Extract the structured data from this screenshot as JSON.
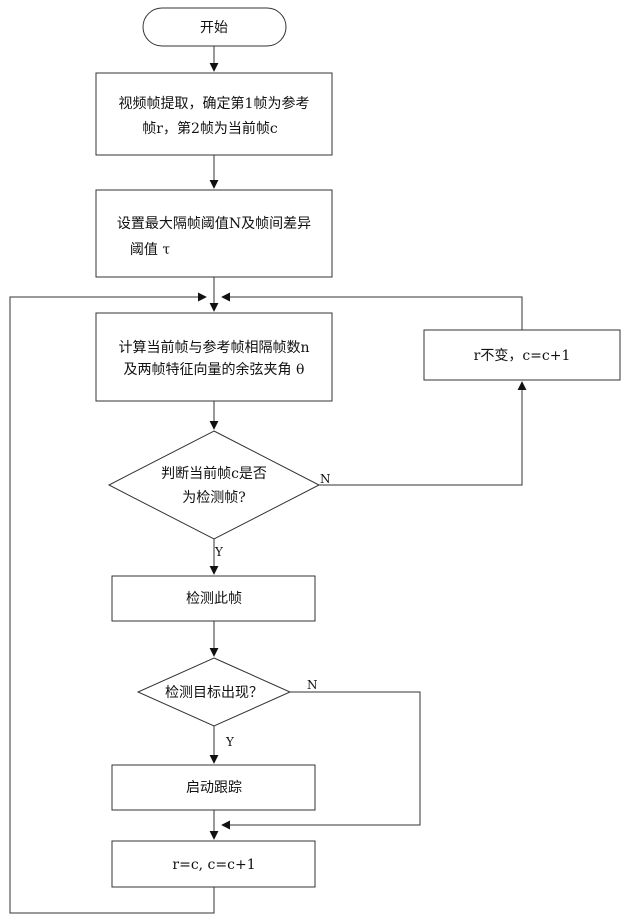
{
  "nodes": {
    "start": {
      "label": "开始"
    },
    "extract": {
      "lines": [
        "视频帧提取，确定第1帧为参考",
        "帧r，第2帧为当前帧c"
      ]
    },
    "thresholds": {
      "lines": [
        "设置最大隔帧阈值N及帧间差异",
        "阈值 τ"
      ]
    },
    "compute": {
      "lines": [
        "计算当前帧与参考帧相隔帧数n",
        "及两帧特征向量的余弦夹角 θ"
      ]
    },
    "keep_r": {
      "label": "r不变，c=c+1"
    },
    "is_detect_frame": {
      "lines": [
        "判断当前帧c是否",
        "为检测帧?"
      ]
    },
    "detect": {
      "label": "检测此帧"
    },
    "target_found": {
      "label": "检测目标出现？"
    },
    "start_tracking": {
      "label": "启动跟踪"
    },
    "update": {
      "label": "r=c,  c=c+1"
    }
  },
  "edge_labels": {
    "detect_frame_no": "N",
    "detect_frame_yes": "Y",
    "target_no": "N",
    "target_yes": "Y"
  }
}
